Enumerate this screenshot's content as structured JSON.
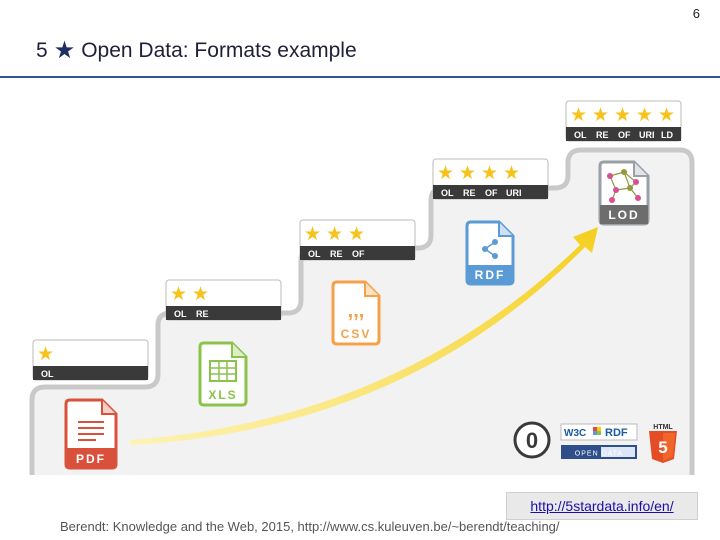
{
  "slide_number": "6",
  "title": {
    "prefix": "5",
    "star_icon": "star-icon",
    "text": "Open Data: Formats example"
  },
  "stairs": [
    {
      "stars": 1,
      "labels": [
        "OL"
      ],
      "format": "PDF",
      "file_color": "#d9513b"
    },
    {
      "stars": 2,
      "labels": [
        "OL",
        "RE"
      ],
      "format": "XLS",
      "file_color": "#8bc34a"
    },
    {
      "stars": 3,
      "labels": [
        "OL",
        "RE",
        "OF"
      ],
      "format": "CSV",
      "file_color": "#f5a04a"
    },
    {
      "stars": 4,
      "labels": [
        "OL",
        "RE",
        "OF",
        "URI"
      ],
      "format": "RDF",
      "file_color": "#5b9bd5"
    },
    {
      "stars": 5,
      "labels": [
        "OL",
        "RE",
        "OF",
        "URI",
        "LD"
      ],
      "format": "LOD",
      "file_color": "#9aa0a6"
    }
  ],
  "logos": {
    "cc_zero": "0",
    "w3c_rdf": "RDF",
    "w3c": "W3C",
    "open_data": "OPEN DATA",
    "html5_top": "HTML",
    "html5_num": "5"
  },
  "colors": {
    "star": "#f6c21c",
    "badge_dark": "#3a3a3a",
    "arrow": "#f5d63d",
    "stair_outline": "#c9c9c9",
    "rule": "#33558f"
  },
  "url": "http://5stardata.info/en/",
  "footer": "Berendt: Knowledge and the Web, 2015, http://www.cs.kuleuven.be/~berendt/teaching/"
}
